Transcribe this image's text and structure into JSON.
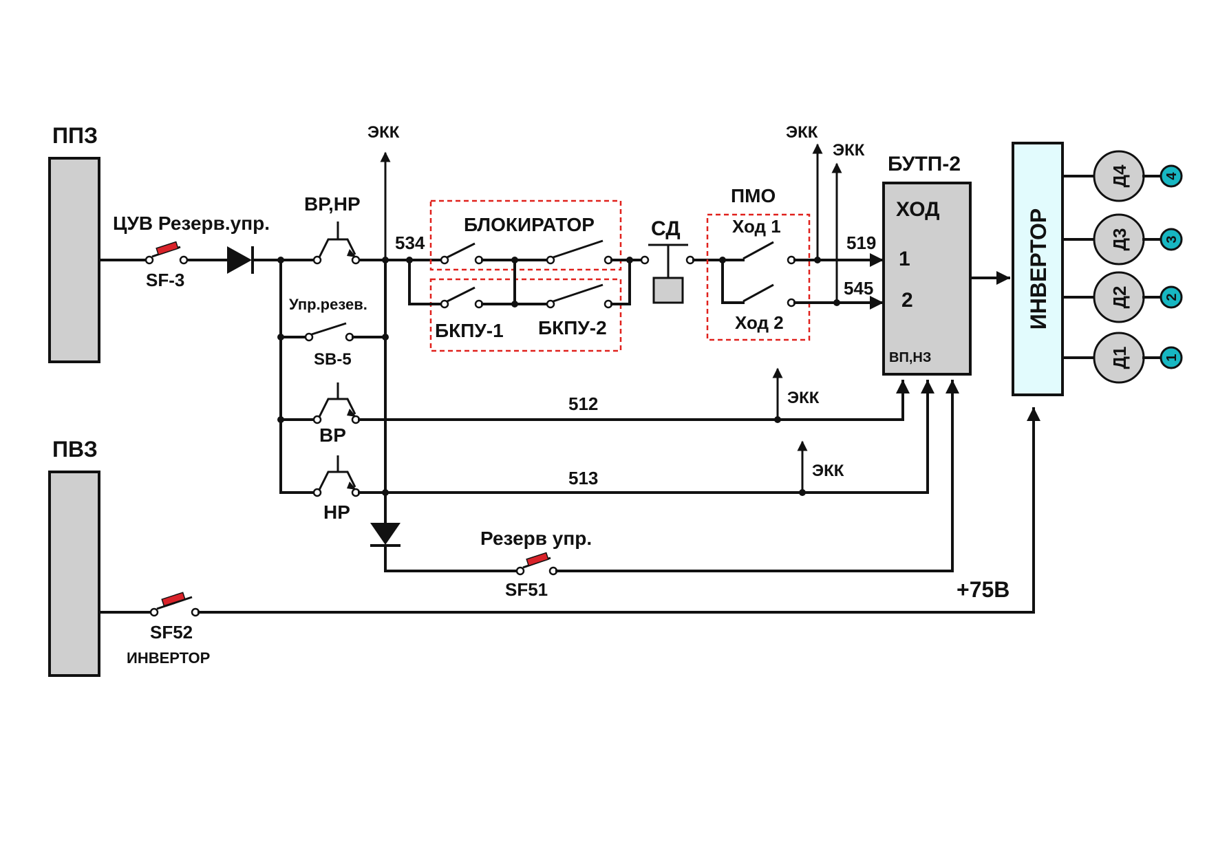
{
  "labels": {
    "ppz": "ППЗ",
    "pvz": "ПВЗ",
    "cuv": "ЦУВ Резерв.упр.",
    "sf3": "SF-3",
    "vrnr": "ВР,НР",
    "ekk_top": "ЭКК",
    "n534": "534",
    "blokirator": "БЛОКИРАТОР",
    "sd": "СД",
    "pmo": "ПМО",
    "hod1": "Ход 1",
    "hod2": "Ход 2",
    "ekk_pmo1": "ЭКК",
    "ekk_pmo2": "ЭКК",
    "butp": "БУТП-2",
    "hod": "ХОД",
    "in1": "1",
    "in2": "2",
    "vpnz": "ВП,НЗ",
    "n519": "519",
    "n545": "545",
    "invertor_block": "ИНВЕРТОР",
    "bkpu1": "БКПУ-1",
    "bkpu2": "БКПУ-2",
    "upr_rezerv": "Упр.резев.",
    "sb5": "SB-5",
    "vr": "ВР",
    "nr": "НР",
    "n512": "512",
    "n513": "513",
    "ekk_512": "ЭКК",
    "ekk_513": "ЭКК",
    "rezerv_upr": "Резерв упр.",
    "sf51": "SF51",
    "plus75": "+75В",
    "sf52": "SF52",
    "invertor_sub": "ИНВЕРТОР"
  },
  "motors": [
    {
      "name": "Д4",
      "num": "4"
    },
    {
      "name": "Д3",
      "num": "3"
    },
    {
      "name": "Д2",
      "num": "2"
    },
    {
      "name": "Д1",
      "num": "1"
    }
  ],
  "colors": {
    "wire": "#111111",
    "block_fill": "#cfcfcf",
    "inverter_fill": "#e2fbfd",
    "badge": "#17b7c2",
    "dashed_frame": "#e0201b",
    "fuse": "#d9232a"
  }
}
